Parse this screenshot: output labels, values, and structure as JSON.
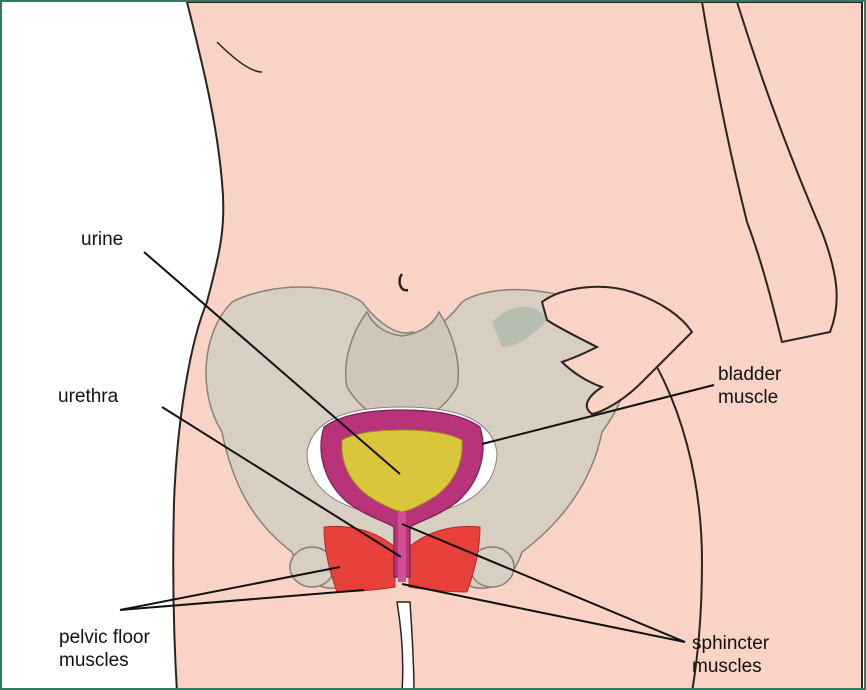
{
  "labels": {
    "urine": "urine",
    "urethra": "urethra",
    "bladder_muscle_line1": "bladder",
    "bladder_muscle_line2": "muscle",
    "pelvic_floor_line1": "pelvic floor",
    "pelvic_floor_line2": "muscles",
    "sphincter_line1": "sphincter",
    "sphincter_line2": "muscles"
  },
  "colors": {
    "frame": "#2e7a63",
    "skin": "#f9d3c6",
    "bone": "#d8cfc3",
    "bladder_wall": "#b8337a",
    "urine": "#d9c63a",
    "pelvic_muscle": "#e8413c",
    "leader_line": "#111111"
  }
}
